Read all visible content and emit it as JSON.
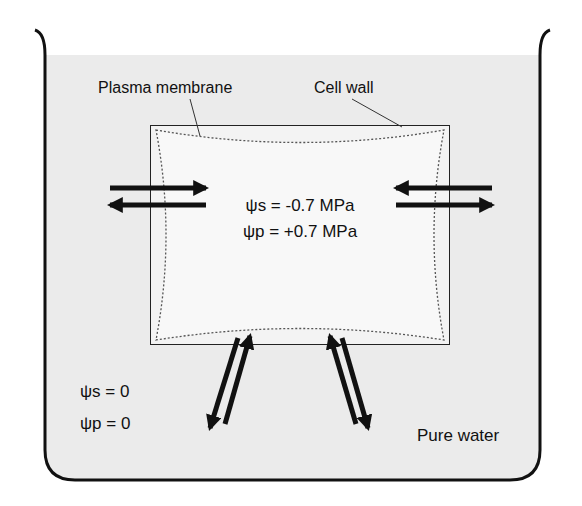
{
  "diagram": {
    "nodes": [
      {
        "text": [
          "ψs = 0",
          "ψp = 0",
          "Pure water"
        ]
      },
      {
        "text": [
          "ψs = -0.7 MPa",
          "ψp = +0.7 MPa"
        ],
        "in": 0
      }
    ],
    "labels": [
      "Plasma membrane",
      "Cell wall"
    ]
  }
}
